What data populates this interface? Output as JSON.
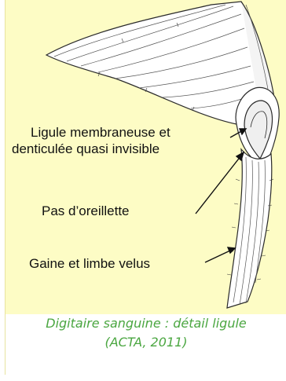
{
  "labels": {
    "ligule_line1": "Ligule membraneuse et",
    "ligule_line2": "denticulée quasi invisible",
    "oreillette": "Pas d’oreillette",
    "gaine": "Gaine et limbe velus"
  },
  "caption": {
    "line1": "Digitaire sanguine : détail ligule",
    "line2": "(ACTA, 2011)"
  },
  "colors": {
    "background_fill": "#fdfcc5",
    "caption_text": "#4aa640",
    "label_text": "#111111",
    "drawing_ink": "#2a2a2a"
  }
}
